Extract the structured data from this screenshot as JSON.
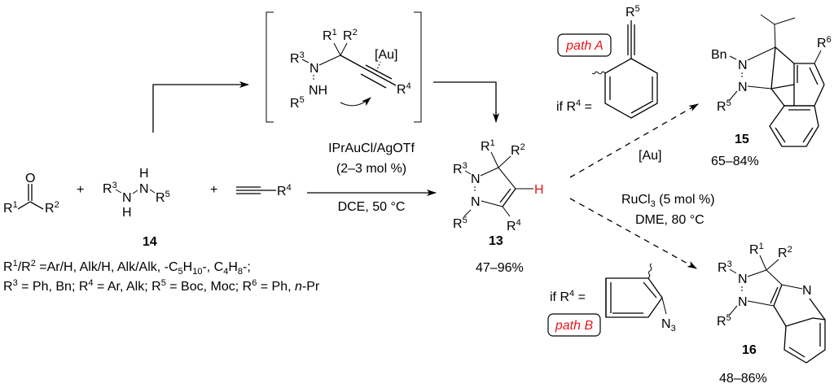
{
  "reactants": {
    "ketone": {
      "r1": "R",
      "r1_sup": "1",
      "r2": "R",
      "r2_sup": "2",
      "o": "O"
    },
    "plus1": "+",
    "hydrazine": {
      "r3": "R",
      "r3_sup": "3",
      "r5": "R",
      "r5_sup": "5",
      "n1": "N",
      "n2": "N",
      "h1": "H",
      "h2": "H",
      "label": "14"
    },
    "plus2": "+",
    "alkyne": {
      "r4": "R",
      "r4_sup": "4"
    }
  },
  "conditions_main": {
    "line1": "IPrAuCl/AgOTf",
    "line2": "(2–3 mol %)",
    "line3": "DCE, 50 °C"
  },
  "intermediate": {
    "r1": "R",
    "r1_sup": "1",
    "r2": "R",
    "r2_sup": "2",
    "r3": "R",
    "r3_sup": "3",
    "r4": "R",
    "r4_sup": "4",
    "r5": "R",
    "r5_sup": "5",
    "n": "N",
    "nh": "NH",
    "au": "[Au]"
  },
  "product13": {
    "r1": "R",
    "r1_sup": "1",
    "r2": "R",
    "r2_sup": "2",
    "r3": "R",
    "r3_sup": "3",
    "r4": "R",
    "r4_sup": "4",
    "r5": "R",
    "r5_sup": "5",
    "n": "N",
    "h": "H",
    "label": "13",
    "yield": "47–96%",
    "h_color": "#e8141b"
  },
  "substituents": {
    "line1_a": "R",
    "line1_a_sup": "1",
    "line1_b": "/R",
    "line1_b_sup": "2",
    "line1_c": " =Ar/H, Alk/H, Alk/Alk, -C",
    "line1_c_sub": "5",
    "line1_d": "H",
    "line1_d_sub": "10",
    "line1_e": "-, C",
    "line1_e_sub": "4",
    "line1_f": "H",
    "line1_f_sub": "8",
    "line1_g": "-;",
    "line2_a": "R",
    "line2_a_sup": "3",
    "line2_b": " = Ph, Bn; R",
    "line2_b_sup": "4",
    "line2_c": " = Ar, Alk; R",
    "line2_c_sup": "5",
    "line2_d": " = Boc, Moc; R",
    "line2_d_sup": "6",
    "line2_e": " = Ph, ",
    "line2_f": "n",
    "line2_g": "-Pr"
  },
  "path_a": {
    "label": "path A",
    "label_color": "#e8141b",
    "if_text": "if R",
    "if_sup": "4",
    "eq": " =",
    "r5": "R",
    "r5_sup": "5",
    "catalyst": "[Au]"
  },
  "product15": {
    "bn": "Bn",
    "n": "N",
    "r5": "R",
    "r5_sup": "5",
    "r6": "R",
    "r6_sup": "6",
    "label": "15",
    "yield": "65–84%"
  },
  "path_b": {
    "label": "path B",
    "label_color": "#e8141b",
    "if_text": "if R",
    "if_sup": "4",
    "eq": " =",
    "n3": "N",
    "n3_sub": "3",
    "cond_line1": "RuCl",
    "cond_line1_sub": "3",
    "cond_line1_rest": " (5 mol %)",
    "cond_line2": "DME, 80 °C"
  },
  "product16": {
    "r1": "R",
    "r1_sup": "1",
    "r2": "R",
    "r2_sup": "2",
    "r3": "R",
    "r3_sup": "3",
    "r5": "R",
    "r5_sup": "5",
    "n": "N",
    "label": "16",
    "yield": "48–86%"
  }
}
